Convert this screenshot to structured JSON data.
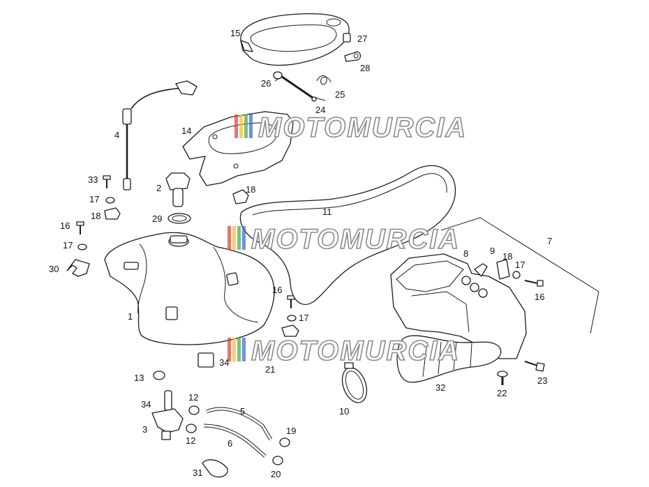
{
  "watermark": {
    "text": "MOTOMURCIA",
    "stripe_colors": [
      "#e2453c",
      "#f3c23a",
      "#4fae4f",
      "#3b6fd6"
    ]
  },
  "callouts": [
    "1",
    "2",
    "3",
    "4",
    "5",
    "6",
    "7",
    "8",
    "9",
    "10",
    "11",
    "12",
    "12",
    "13",
    "14",
    "15",
    "16",
    "16",
    "16",
    "17",
    "17",
    "17",
    "17",
    "18",
    "18",
    "18",
    "19",
    "20",
    "21",
    "22",
    "23",
    "24",
    "25",
    "26",
    "27",
    "28",
    "29",
    "30",
    "31",
    "32",
    "33",
    "34",
    "34"
  ]
}
